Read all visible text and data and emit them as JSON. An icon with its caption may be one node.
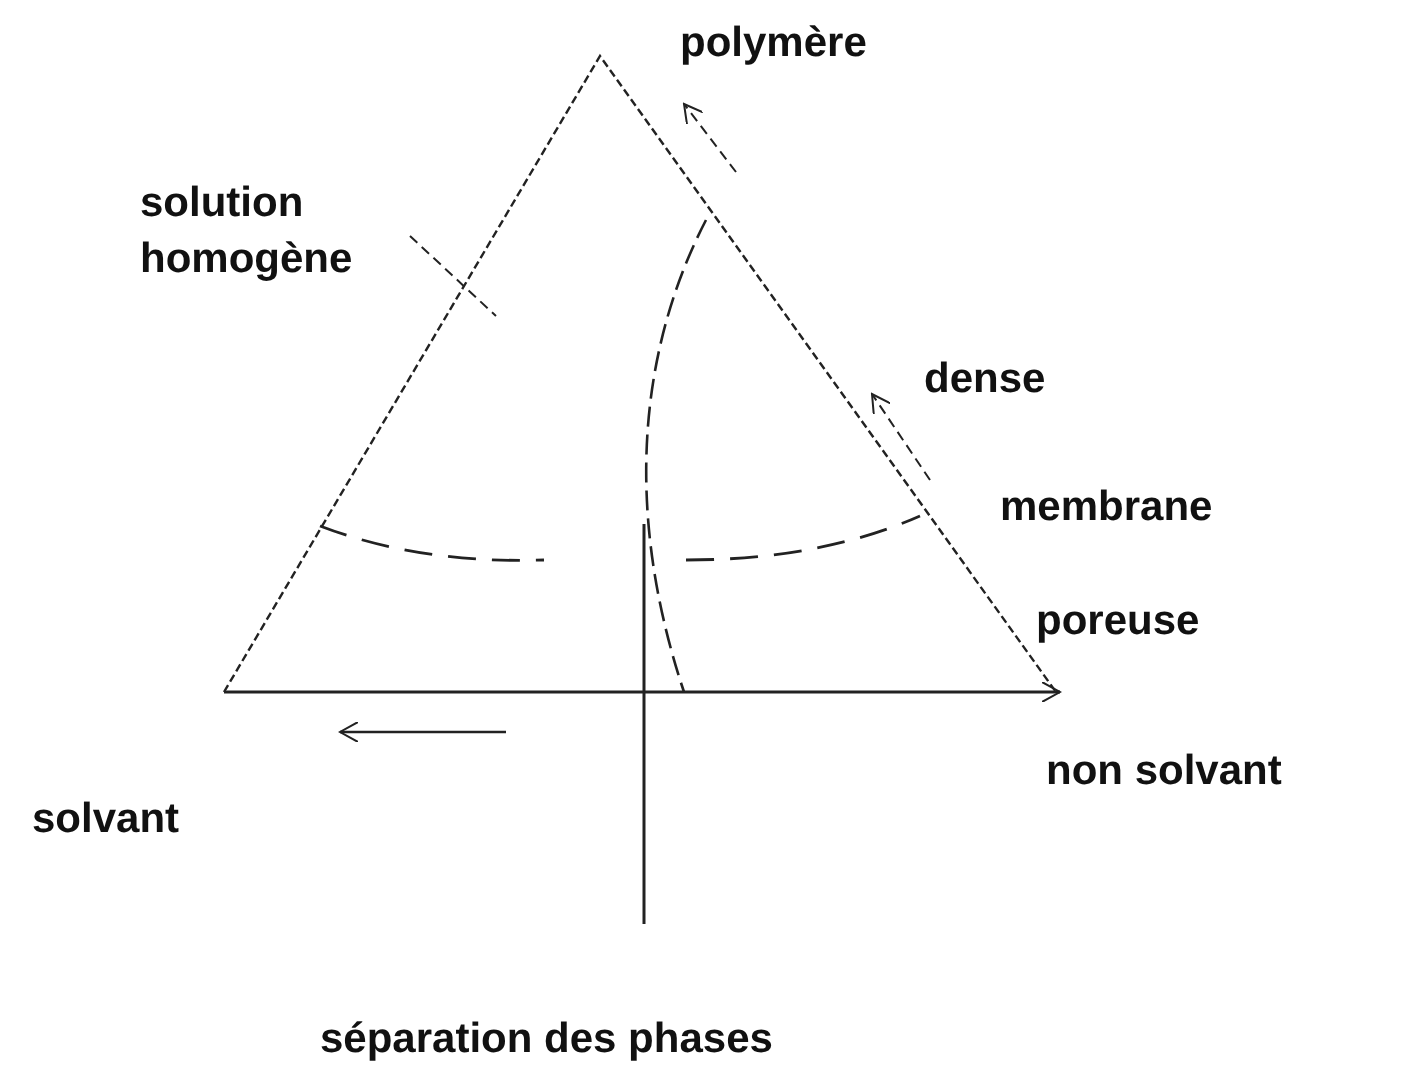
{
  "diagram": {
    "labels": [
      "polymère",
      "solution homogène",
      "dense",
      "membrane",
      "poreuse",
      "solvant",
      "non solvant",
      "séparation des phases"
    ]
  }
}
